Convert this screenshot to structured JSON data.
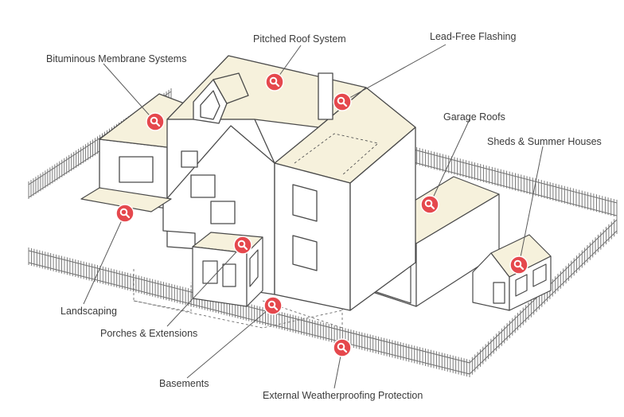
{
  "labels": {
    "pitched_roof": "Pitched Roof System",
    "lead_free_flashing": "Lead-Free Flashing",
    "bituminous": "Bituminous Membrane Systems",
    "garage_roofs": "Garage Roofs",
    "sheds": "Sheds & Summer Houses",
    "landscaping": "Landscaping",
    "porches": "Porches & Extensions",
    "basements": "Basements",
    "external_weatherproofing": "External Weatherproofing Protection"
  },
  "colors": {
    "hotspot": "#e5484d",
    "roof_fill": "#f6f1dc",
    "line": "#4a4a4a",
    "leader": "#5a5a5a"
  },
  "icons": {
    "hotspot_icon": "search-icon"
  }
}
